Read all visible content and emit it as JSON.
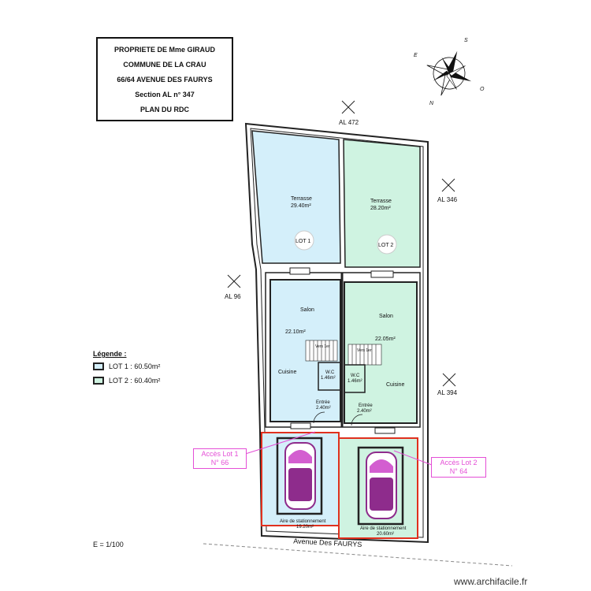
{
  "title_block": {
    "line1": "PROPRIETE DE Mme GIRAUD",
    "line2": "COMMUNE DE LA CRAU",
    "line3": "66/64 AVENUE DES FAURYS",
    "line4": "Section AL n° 347",
    "line5": "PLAN DU RDC"
  },
  "compass": {
    "north": "N",
    "south": "S",
    "east": "E",
    "west": "O"
  },
  "parcels": {
    "top": "AL 472",
    "right_upper": "AL 346",
    "left": "AL 96",
    "right_lower": "AL 394"
  },
  "rooms": {
    "terrasse1": {
      "name": "Terrasse",
      "area": "29.40m²"
    },
    "terrasse2": {
      "name": "Terrasse",
      "area": "28.20m²"
    },
    "lot1_badge": "LOT 1",
    "lot2_badge": "LOT 2",
    "salon1": {
      "name": "Salon",
      "area": "22.10m²"
    },
    "salon2": {
      "name": "Salon",
      "area": "22.05m²"
    },
    "cuisine1": "Cuisine",
    "cuisine2": "Cuisine",
    "wc1": {
      "name": "W.C",
      "area": "1.46m²"
    },
    "wc2": {
      "name": "W.C",
      "area": "1.46m²"
    },
    "entree1": {
      "name": "Entrée",
      "area": "2.40m²"
    },
    "entree2": {
      "name": "Entrée",
      "area": "2.40m²"
    },
    "stair1": "Vers 1er",
    "stair2": "Vers 1er",
    "parking1": {
      "name": "Aire de stationnement",
      "area": "19.20m²"
    },
    "parking2": {
      "name": "Aire de stationnement",
      "area": "20.60m²"
    }
  },
  "acces": {
    "lot1": {
      "line1": "Accès Lot 1",
      "line2": "N° 66"
    },
    "lot2": {
      "line1": "Accès Lot 2",
      "line2": "N° 64"
    }
  },
  "legend": {
    "heading": "Légende :",
    "items": [
      {
        "label": "LOT 1 : 60.50m²",
        "color": "#d4effa"
      },
      {
        "label": "LOT 2 : 60.40m²",
        "color": "#cff3e1"
      }
    ]
  },
  "street": "Avenue Des FAURYS",
  "scale": "E = 1/100",
  "credit": "www.archifacile.fr",
  "colors": {
    "lot1": "#d4effa",
    "lot2": "#cff3e1",
    "access": "#e44fd6",
    "parking_border": "#e0301e",
    "car": "#8e2c8c"
  }
}
